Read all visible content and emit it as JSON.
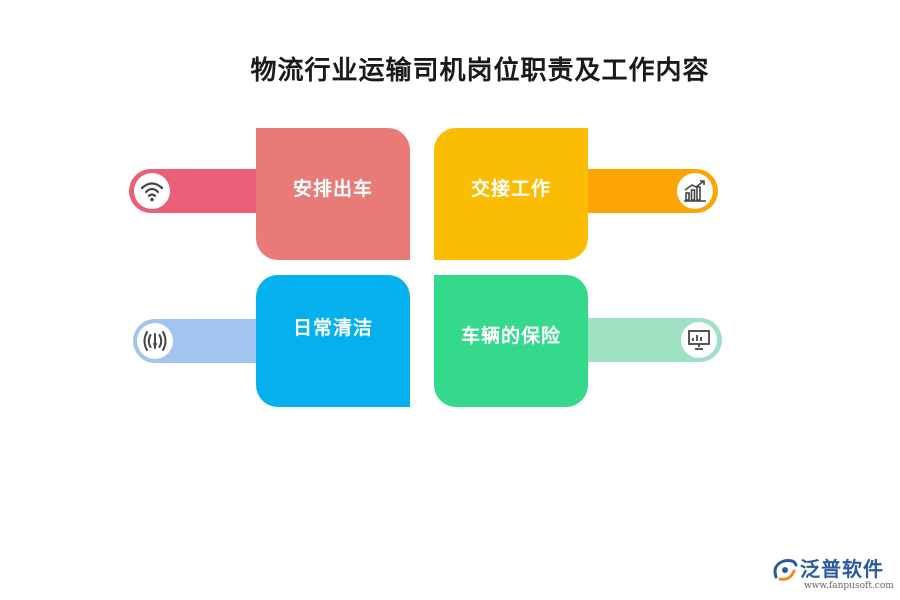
{
  "title": "物流行业运输司机岗位职责及工作内容",
  "items": [
    {
      "label": "安排出车",
      "color": "#e87b78",
      "tab_color": "#ec5f78",
      "icon": "wifi-icon"
    },
    {
      "label": "交接工作",
      "color": "#fbbd03",
      "tab_color": "#fba404",
      "icon": "growth-chart-icon"
    },
    {
      "label": "日常清洁",
      "color": "#05b0ef",
      "tab_color": "#a3c4ef",
      "icon": "broadcast-icon"
    },
    {
      "label": "车辆的保险",
      "color": "#35d98b",
      "tab_color": "#9ee1c3",
      "icon": "presentation-board-icon"
    }
  ],
  "logo": {
    "name": "泛普软件",
    "url": "www.fanpusoft.com"
  }
}
